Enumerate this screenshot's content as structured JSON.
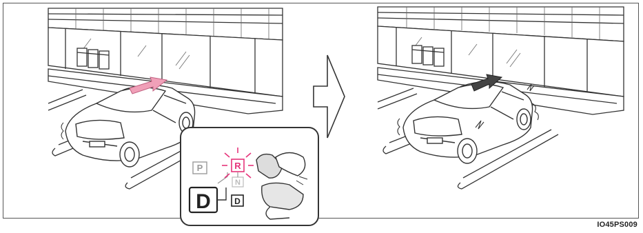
{
  "figure": {
    "id_label": "IO45PS009"
  },
  "shift_panel": {
    "p_label": "P",
    "r_label": "R",
    "n_label": "N",
    "d_big_label": "D",
    "d_small_label": "D"
  },
  "colors": {
    "line": "#333333",
    "frame": "#555555",
    "warning_pink": "#e5337a",
    "arrow_pink": "#f0a0b8",
    "arrow_dark": "#444444",
    "indicator_grey": "#9a9a9a"
  },
  "icons": {
    "transition": "right-arrow-outline",
    "left_arrow_on_car": "forward-arrow-pink",
    "right_arrow_on_car": "forward-arrow-dark"
  }
}
